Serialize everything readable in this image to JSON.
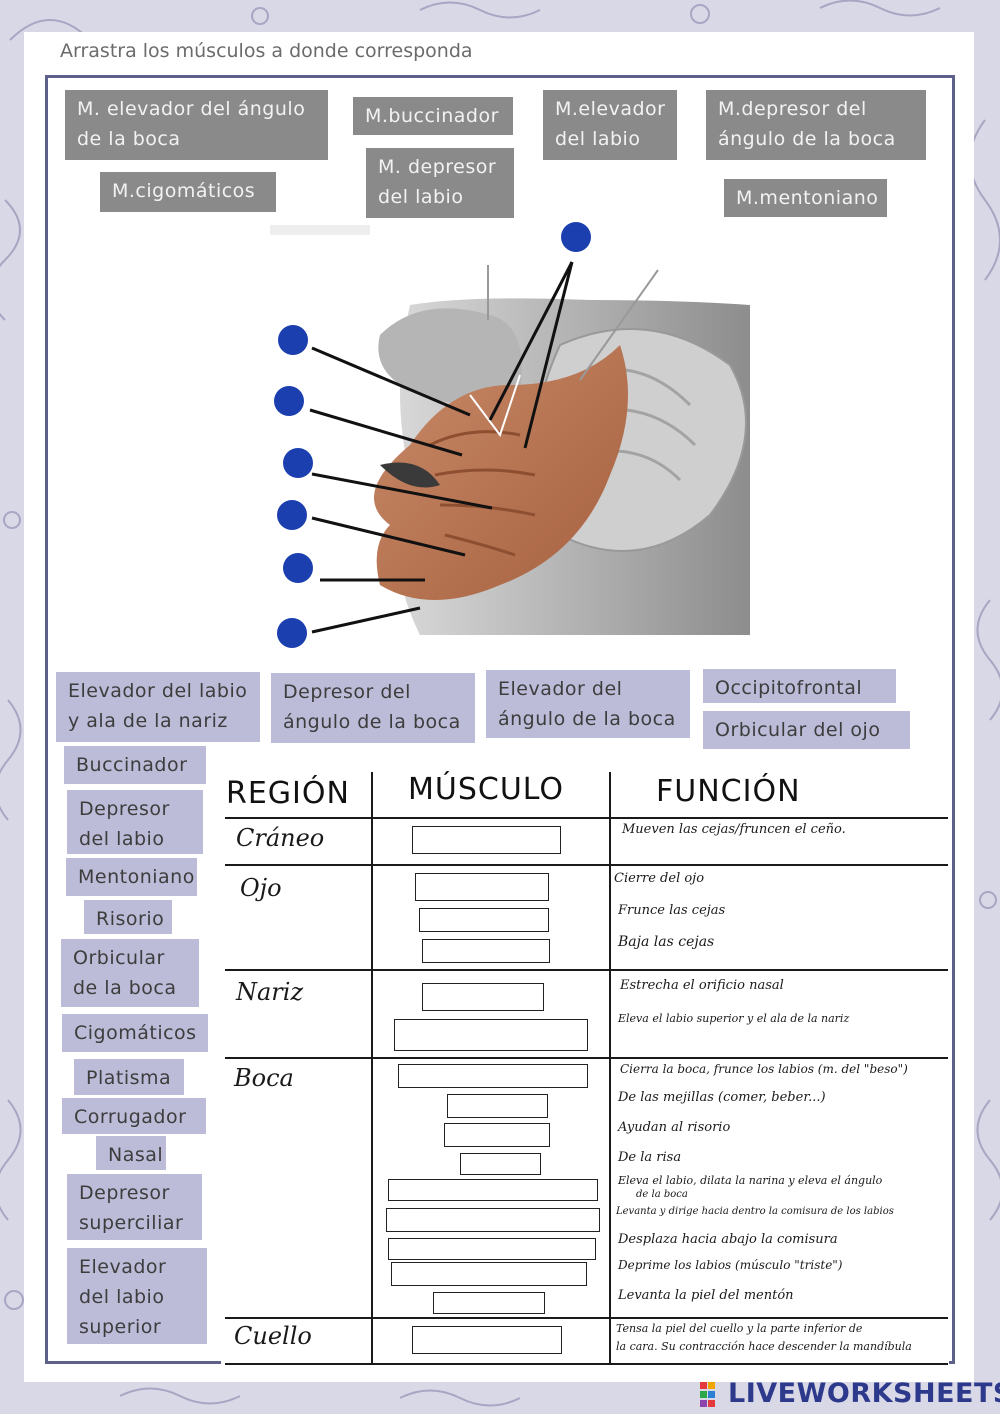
{
  "instruction": "Arrastra los músculos a donde corresponda",
  "top_labels": [
    {
      "id": "elevador-angulo",
      "text": "M. elevador del ángulo de la boca"
    },
    {
      "id": "buccinador",
      "text": "M.buccinador"
    },
    {
      "id": "elevador-labio",
      "text": "M.elevador del labio"
    },
    {
      "id": "depresor-angulo",
      "text": "M.depresor del ángulo de la boca"
    },
    {
      "id": "cigomaticos",
      "text": "M.cigomáticos"
    },
    {
      "id": "depresor-labio",
      "text": "M. depresor del labio"
    },
    {
      "id": "mentoniano",
      "text": "M.mentoniano"
    }
  ],
  "bottom_labels": [
    {
      "id": "elevador-labio-ala",
      "text": "Elevador del labio y ala de la nariz"
    },
    {
      "id": "depresor-angulo",
      "text": "Depresor del ángulo de la boca"
    },
    {
      "id": "elevador-angulo",
      "text": "Elevador del ángulo de la boca"
    },
    {
      "id": "occipitofrontal",
      "text": "Occipitofrontal"
    },
    {
      "id": "orbicular-ojo",
      "text": "Orbicular del ojo"
    },
    {
      "id": "buccinador",
      "text": "Buccinador"
    },
    {
      "id": "depresor-labio",
      "text": "Depresor del labio"
    },
    {
      "id": "mentoniano",
      "text": "Mentoniano"
    },
    {
      "id": "risorio",
      "text": "Risorio"
    },
    {
      "id": "orbicular-boca",
      "text": "Orbicular de la boca"
    },
    {
      "id": "cigomaticos",
      "text": "Cigomáticos"
    },
    {
      "id": "platisma",
      "text": "Platisma"
    },
    {
      "id": "corrugador",
      "text": "Corrugador"
    },
    {
      "id": "nasal",
      "text": "Nasal"
    },
    {
      "id": "depresor-superciliar",
      "text": "Depresor superciliar"
    },
    {
      "id": "elevador-labio-superior",
      "text": "Elevador del labio superior"
    }
  ],
  "table": {
    "headers": {
      "region": "REGIÓN",
      "musculo": "MÚSCULO",
      "funcion": "FUNCIÓN"
    },
    "regions": [
      "Cráneo",
      "Ojo",
      "Nariz",
      "Boca",
      "Cuello"
    ],
    "functions": {
      "craneo": [
        "Mueven las cejas/fruncen el ceño."
      ],
      "ojo": [
        "Cierre del ojo",
        "Frunce las cejas",
        "Baja las cejas"
      ],
      "nariz": [
        "Estrecha el orificio nasal",
        "Eleva el labio superior y el ala de la nariz"
      ],
      "boca": [
        "Cierra la boca, frunce los labios (m. del \"beso\")",
        "De las mejillas (comer, beber...)",
        "Ayudan al risorio",
        "De la risa",
        "Eleva el labio, dilata la narina y eleva el ángulo",
        "de la boca",
        "Levanta y dirige hacia dentro la comisura de los labios",
        "Desplaza hacia abajo la comisura",
        "Deprime los labios (músculo \"triste\")",
        "Levanta la piel del mentón"
      ],
      "cuello": [
        "Tensa la piel del cuello y la parte inferior de",
        "la cara. Su contracción hace descender la mandíbula"
      ]
    }
  },
  "brand": "LIVEWORKSHEETS",
  "colors": {
    "frame": "#5f5f8c",
    "grey_tag": "#8a8a8a",
    "lav_tag": "#bcbcd9",
    "dot": "#1b3fae",
    "brand": "#2d3a8c"
  }
}
